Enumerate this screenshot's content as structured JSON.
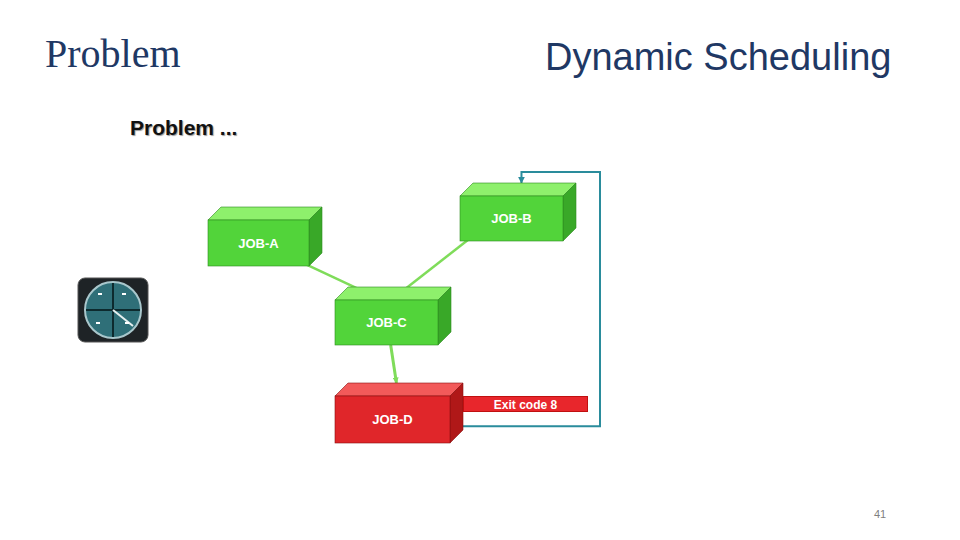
{
  "diagram": {
    "title": "Dynamic Scheduling",
    "nodes": [
      {
        "text": [
          "JOB-A"
        ]
      },
      {
        "text": [
          "JOB-B"
        ]
      },
      {
        "text": [
          "JOB-C"
        ]
      },
      {
        "text": [
          "JOB-D"
        ]
      }
    ],
    "edges": [
      {
        "from": 0,
        "to": 2,
        "arrow": "to"
      },
      {
        "from": 1,
        "to": 2,
        "arrow": "to"
      },
      {
        "from": 2,
        "to": 3,
        "arrow": "to"
      },
      {
        "from": 3,
        "to": 1,
        "label": "Exit code 8",
        "arrow": "to"
      }
    ],
    "labels": [
      "Problem",
      "Problem ...",
      "41"
    ]
  }
}
